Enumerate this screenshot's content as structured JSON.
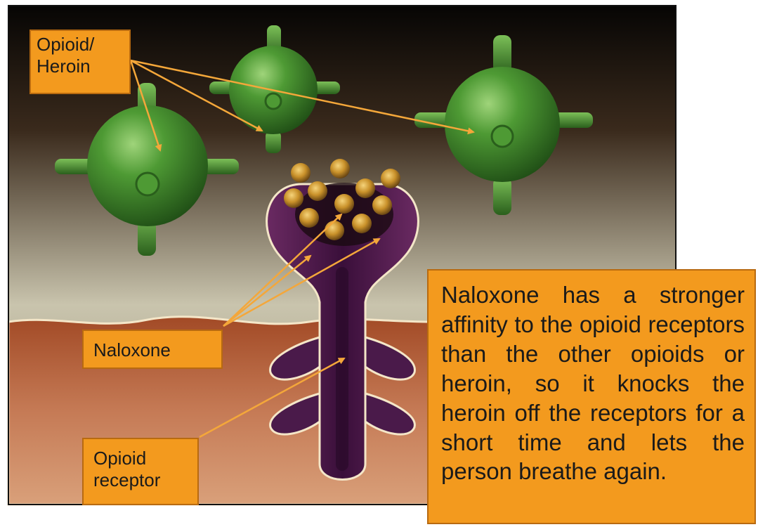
{
  "labels": {
    "opioid_heroin_line1": "Opioid/",
    "opioid_heroin_line2": "Heroin",
    "naloxone": "Naloxone",
    "receptor_line1": "Opioid",
    "receptor_line2": "receptor"
  },
  "info_text": "Naloxone has a stronger affinity to the opioid receptors than the other opioids or heroin, so it knocks the heroin off the receptors for a short time and lets the person breathe again.",
  "colors": {
    "label_fill": "#f39a1e",
    "label_border": "#b86a10",
    "arrow": "#f4a73a",
    "opioid_molecule": "#3f8a2a",
    "receptor": "#4a1a4a",
    "naloxone_bead": "#d8a53a",
    "tissue": "#b5603a"
  }
}
